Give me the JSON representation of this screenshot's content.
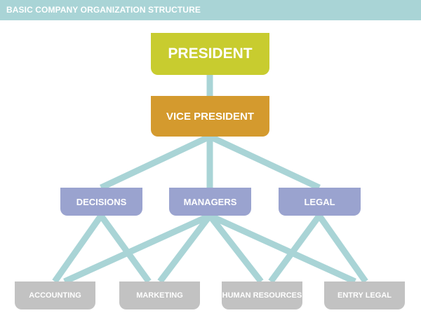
{
  "header": {
    "title": "BASIC COMPANY ORGANIZATION STRUCTURE"
  },
  "nodes": {
    "president": {
      "label": "PRESIDENT"
    },
    "vice_president": {
      "label": "VICE PRESIDENT"
    },
    "decisions": {
      "label": "DECISIONS"
    },
    "managers": {
      "label": "MANAGERS"
    },
    "legal": {
      "label": "LEGAL"
    },
    "accounting": {
      "label": "ACCOUNTING"
    },
    "marketing": {
      "label": "MARKETING"
    },
    "human_resources": {
      "label": "HUMAN RESOURCES"
    },
    "entry_legal": {
      "label": "ENTRY LEGAL"
    }
  },
  "colors": {
    "header": "#a9d4d6",
    "connector": "#a9d4d6",
    "president": "#c8cc2f",
    "vice_president": "#d49a2e",
    "mid_level": "#9aa3cf",
    "bottom_level": "#c2c2c2"
  }
}
